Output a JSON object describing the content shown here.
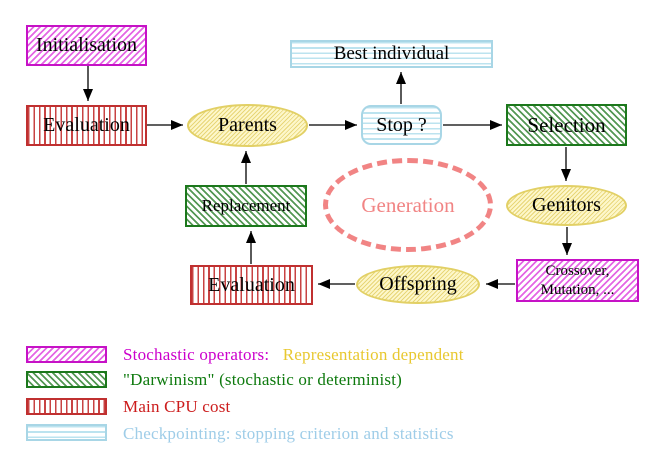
{
  "nodes": {
    "initialisation": "Initialisation",
    "evaluation_top": "Evaluation",
    "parents": "Parents",
    "best_individual": "Best individual",
    "stop": "Stop ?",
    "selection": "Selection",
    "genitors": "Genitors",
    "crossover_line1": "Crossover,",
    "crossover_line2": "Mutation, ...",
    "offspring": "Offspring",
    "evaluation_bottom": "Evaluation",
    "replacement": "Replacement",
    "generation": "Generation"
  },
  "legend": {
    "items": [
      {
        "swatch": "magenta-diagonal-hatch",
        "text": "Stochastic operators:",
        "text2": "Representation dependent"
      },
      {
        "swatch": "green-diagonal-hatch",
        "text": "\"Darwinism\" (stochastic or determinist)"
      },
      {
        "swatch": "red-vertical-lines",
        "text": "Main CPU cost"
      },
      {
        "swatch": "cyan-horizontal-lines",
        "text": "Checkpointing: stopping criterion and statistics"
      }
    ]
  },
  "colors": {
    "magenta": "#c612c6",
    "green_hatch": "#1c781c",
    "red": "#c03030",
    "cyan_lines": "#a8d6e6",
    "yellow_node_border": "#e2d065",
    "generation_salmon": "#f18484",
    "legend_magenta_text": "#cc00cc",
    "legend_yellow_text": "#e9c götc830",
    "legend_green_text": "#0e7a0e",
    "legend_red_text": "#cc1c1c",
    "legend_cyan_text": "#9fcde8",
    "arrow_black": "#000000"
  }
}
